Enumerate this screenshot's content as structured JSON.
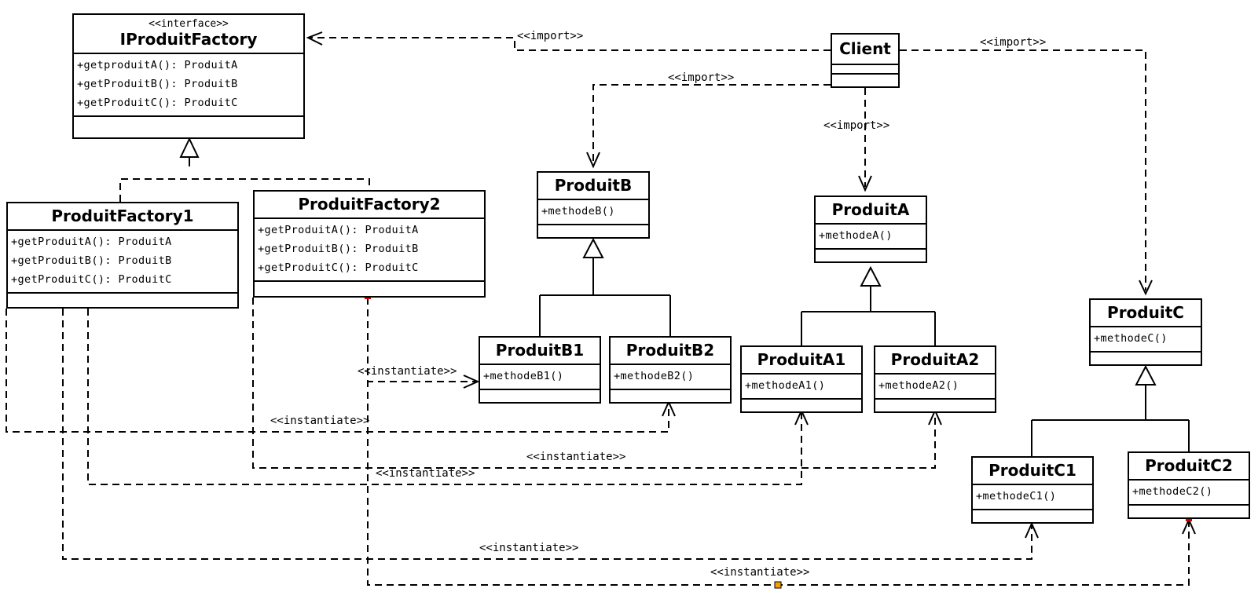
{
  "classes": {
    "iprod": {
      "stereotype": "<<interface>>",
      "name": "IProduitFactory",
      "ops": [
        "+getproduitA(): ProduitA",
        "+getProduitB(): ProduitB",
        "+getProduitC(): ProduitC"
      ]
    },
    "pf1": {
      "name": "ProduitFactory1",
      "ops": [
        "+getProduitA(): ProduitA",
        "+getProduitB(): ProduitB",
        "+getProduitC(): ProduitC"
      ]
    },
    "pf2": {
      "name": "ProduitFactory2",
      "ops": [
        "+getProduitA(): ProduitA",
        "+getProduitB(): ProduitB",
        "+getProduitC(): ProduitC"
      ]
    },
    "client": {
      "name": "Client"
    },
    "pb": {
      "name": "ProduitB",
      "ops": [
        "+methodeB()"
      ]
    },
    "pa": {
      "name": "ProduitA",
      "ops": [
        "+methodeA()"
      ]
    },
    "pc": {
      "name": "ProduitC",
      "ops": [
        "+methodeC()"
      ]
    },
    "pb1": {
      "name": "ProduitB1",
      "ops": [
        "+methodeB1()"
      ]
    },
    "pb2": {
      "name": "ProduitB2",
      "ops": [
        "+methodeB2()"
      ]
    },
    "pa1": {
      "name": "ProduitA1",
      "ops": [
        "+methodeA1()"
      ]
    },
    "pa2": {
      "name": "ProduitA2",
      "ops": [
        "+methodeA2()"
      ]
    },
    "pc1": {
      "name": "ProduitC1",
      "ops": [
        "+methodeC1()"
      ]
    },
    "pc2": {
      "name": "ProduitC2",
      "ops": [
        "+methodeC2()"
      ]
    }
  },
  "labels": {
    "import_iprod": "<<import>>",
    "import_pc": "<<import>>",
    "import_pb": "<<import>>",
    "import_pa": "<<import>>",
    "inst_pb1": "<<instantiate>>",
    "inst_pb2": "<<instantiate>>",
    "inst_pa2": "<<instantiate>>",
    "inst_pa1": "<<instantiate>>",
    "inst_pc1": "<<instantiate>>",
    "inst_pc2": "<<instantiate>>"
  },
  "colors": {
    "line": "#000000",
    "handle": "#1a1aff",
    "selection_red": "#cc0000",
    "selection_orange": "#f5a000"
  }
}
